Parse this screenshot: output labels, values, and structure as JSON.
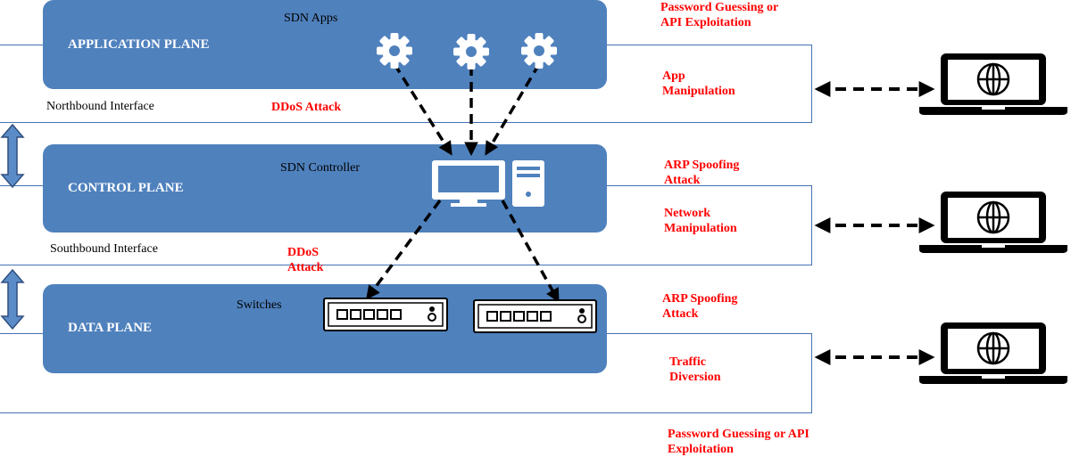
{
  "planes": {
    "application": {
      "title": "APPLICATION PLANE",
      "subtitle": "SDN Apps"
    },
    "control": {
      "title": "CONTROL PLANE",
      "subtitle": "SDN Controller"
    },
    "data": {
      "title": "DATA PLANE",
      "subtitle": "Switches"
    }
  },
  "interfaces": {
    "northbound": "Northbound Interface",
    "southbound": "Southbound Interface"
  },
  "attacks": {
    "ddos_northbound": "DDoS Attack",
    "ddos_southbound_line1": "DDoS",
    "ddos_southbound_line2": "Attack",
    "password_top_line1": "Password Guessing or",
    "password_top_line2": "API Exploitation",
    "app_manip_line1": "App",
    "app_manip_line2": "Manipulation",
    "arp1_line1": "ARP Spoofing",
    "arp1_line2": "Attack",
    "net_manip_line1": "Network",
    "net_manip_line2": "Manipulation",
    "arp2_line1": "ARP Spoofing",
    "arp2_line2": "Attack",
    "traffic_line1": "Traffic",
    "traffic_line2": "Diversion",
    "password_bottom_line1": "Password Guessing or API",
    "password_bottom_line2": "Exploitation"
  },
  "icons": {
    "apps": [
      "gear-icon",
      "gear-icon",
      "gear-icon"
    ],
    "controller": "desktop-computer-icon",
    "switches": [
      "network-switch-icon",
      "network-switch-icon"
    ],
    "attackers": [
      "laptop-globe-icon",
      "laptop-globe-icon",
      "laptop-globe-icon"
    ]
  },
  "colors": {
    "plane_fill": "#4f81bd",
    "frame_border": "#4472b3",
    "attack_text": "#ff0000",
    "arrow": "#000000"
  }
}
